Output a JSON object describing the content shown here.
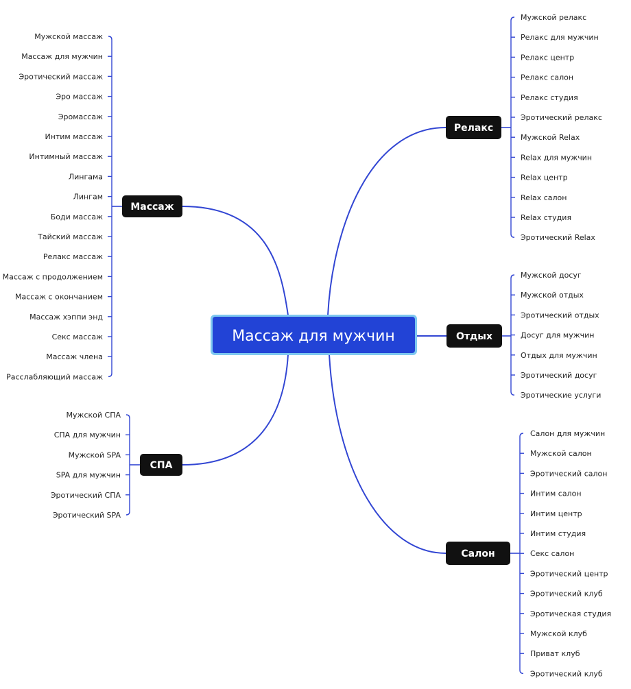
{
  "root": {
    "label": "Массаж для мужчин"
  },
  "colors": {
    "accent": "#3246d3",
    "root_fill": "#2243d6",
    "root_border": "#7ec8f0",
    "branch_fill": "#111111"
  },
  "branches": [
    {
      "key": "massage",
      "label": "Массаж",
      "items": [
        "Мужской массаж",
        "Массаж для мужчин",
        "Эротический массаж",
        "Эро массаж",
        "Эромассаж",
        "Интим массаж",
        "Интимный массаж",
        "Лингама",
        "Лингам",
        "Боди массаж",
        "Тайский массаж",
        "Релакс массаж",
        "Массаж с продолжением",
        "Массаж с окончанием",
        "Массаж хэппи энд",
        "Секс массаж",
        "Массаж члена",
        "Расслабляющий массаж"
      ]
    },
    {
      "key": "spa",
      "label": "СПА",
      "items": [
        "Мужской СПА",
        "СПА для мужчин",
        "Мужской SPA",
        "SPA для мужчин",
        "Эротический СПА",
        "Эротический SPA"
      ]
    },
    {
      "key": "relax",
      "label": "Релакс",
      "items": [
        "Мужской релакс",
        "Релакс для мужчин",
        "Релакс центр",
        "Релакс салон",
        "Релакс студия",
        "Эротический релакс",
        "Мужской Relax",
        "Relax для мужчин",
        "Relax центр",
        "Relax салон",
        "Relax студия",
        "Эротический Relax"
      ]
    },
    {
      "key": "rest",
      "label": "Отдых",
      "items": [
        "Мужской досуг",
        "Мужской отдых",
        "Эротический отдых",
        "Досуг для мужчин",
        "Отдых для мужчин",
        "Эротический досуг",
        "Эротические услуги"
      ]
    },
    {
      "key": "salon",
      "label": "Салон",
      "items": [
        "Салон для мужчин",
        "Мужской салон",
        "Эротический салон",
        "Интим салон",
        "Интим центр",
        "Интим студия",
        "Секс салон",
        "Эротический центр",
        "Эротический клуб",
        "Эротическая студия",
        "Мужской клуб",
        "Приват клуб",
        "Эротический клуб"
      ]
    }
  ]
}
